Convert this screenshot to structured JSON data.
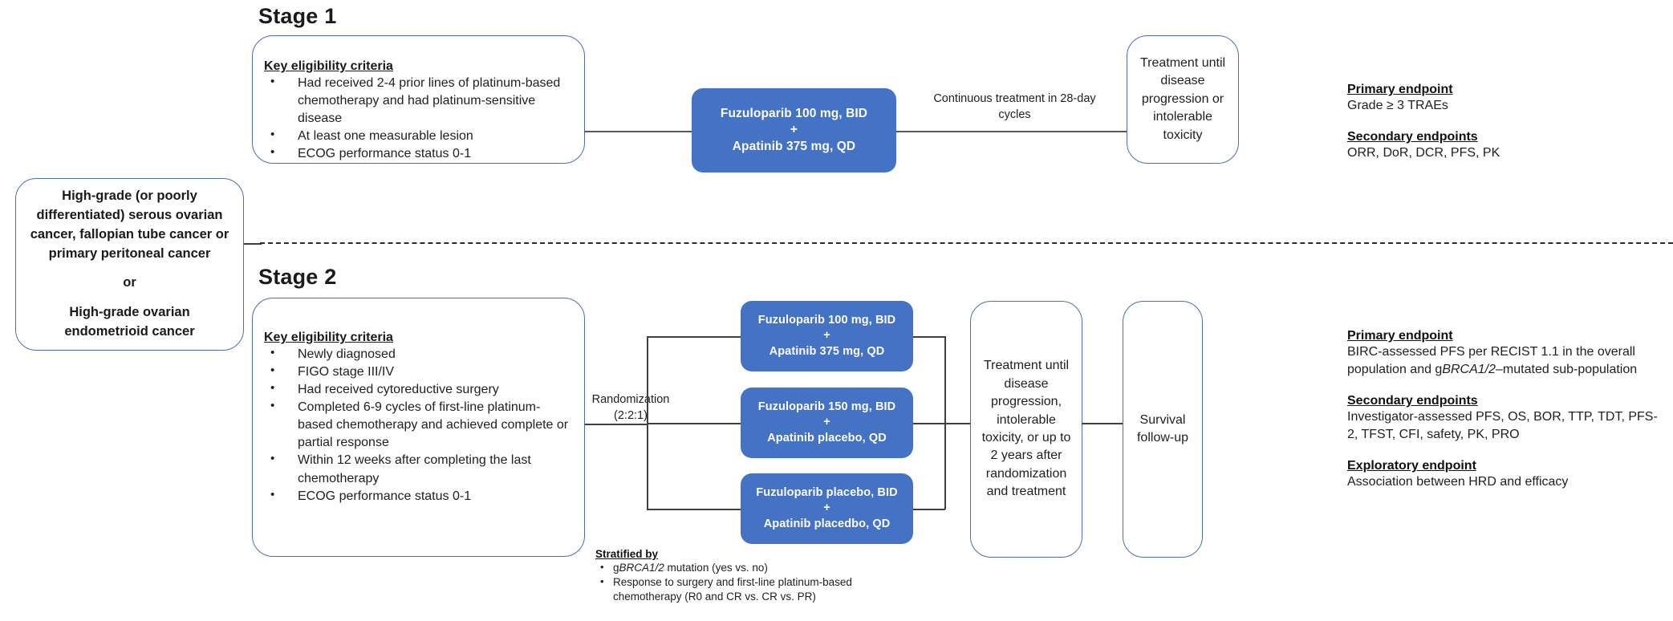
{
  "diagram": {
    "title": "Fuzuloparib plus apatinib ovarian cancer study design",
    "accent_blue": "#4472c4",
    "outline_blue": "#4f6fa8"
  },
  "population": {
    "line1": "High-grade (or poorly differentiated) serous ovarian cancer, fallopian tube cancer or primary peritoneal cancer",
    "or": "or",
    "line2": "High-grade ovarian endometrioid cancer"
  },
  "stage1": {
    "title": "Stage 1",
    "eligibility": {
      "heading": "Key eligibility criteria",
      "items": [
        "Had received 2-4 prior lines of platinum-based chemotherapy and had platinum-sensitive disease",
        "At least one measurable lesion",
        "ECOG performance status 0-1"
      ]
    },
    "treatment": {
      "drug1": "Fuzuloparib 100 mg, BID",
      "plus": "+",
      "drug2": "Apatinib 375 mg, QD"
    },
    "flow_label": "Continuous treatment in 28-day cycles",
    "outcome": "Treatment until disease progression or intolerable toxicity",
    "endpoints": {
      "primary_heading": "Primary endpoint",
      "primary_body": "Grade ≥ 3 TRAEs",
      "secondary_heading": "Secondary endpoints",
      "secondary_body": "ORR, DoR, DCR, PFS, PK"
    }
  },
  "stage2": {
    "title": "Stage 2",
    "eligibility": {
      "heading": "Key eligibility criteria",
      "items": [
        "Newly diagnosed",
        "FIGO stage III/IV",
        "Had received cytoreductive surgery",
        "Completed 6-9 cycles of first-line platinum-based chemotherapy and achieved complete or partial response",
        "Within 12 weeks after completing the last chemotherapy",
        "ECOG performance status 0-1"
      ]
    },
    "randomization": {
      "label": "Randomization",
      "ratio": "(2:2:1)"
    },
    "arms": [
      {
        "drug1": "Fuzuloparib 100 mg, BID",
        "plus": "+",
        "drug2": "Apatinib 375 mg, QD"
      },
      {
        "drug1": "Fuzuloparib 150 mg, BID",
        "plus": "+",
        "drug2": "Apatinib placebo, QD"
      },
      {
        "drug1": "Fuzuloparib placebo, BID",
        "plus": "+",
        "drug2": "Apatinib placedbo, QD"
      }
    ],
    "stratified": {
      "heading": "Stratified by",
      "item1_pre": "g",
      "item1_gene": "BRCA1/2",
      "item1_post": " mutation (yes vs. no)",
      "item2": "Response to surgery and first-line platinum-based chemotherapy (R0 and CR vs. CR vs. PR)"
    },
    "outcome": "Treatment until disease progression, intolerable toxicity, or up to 2 years after randomization and treatment",
    "followup": "Survival follow-up",
    "endpoints": {
      "primary_heading": "Primary endpoint",
      "primary_pre": "BIRC-assessed PFS per RECIST 1.1 in the overall population and g",
      "primary_gene": "BRCA1/2",
      "primary_post": "–mutated sub-population",
      "secondary_heading": "Secondary endpoints",
      "secondary_body": "Investigator-assessed PFS, OS, BOR, TTP, TDT, PFS-2, TFST, CFI, safety, PK, PRO",
      "exploratory_heading": "Exploratory endpoint",
      "exploratory_body": "Association between HRD and efficacy"
    }
  }
}
